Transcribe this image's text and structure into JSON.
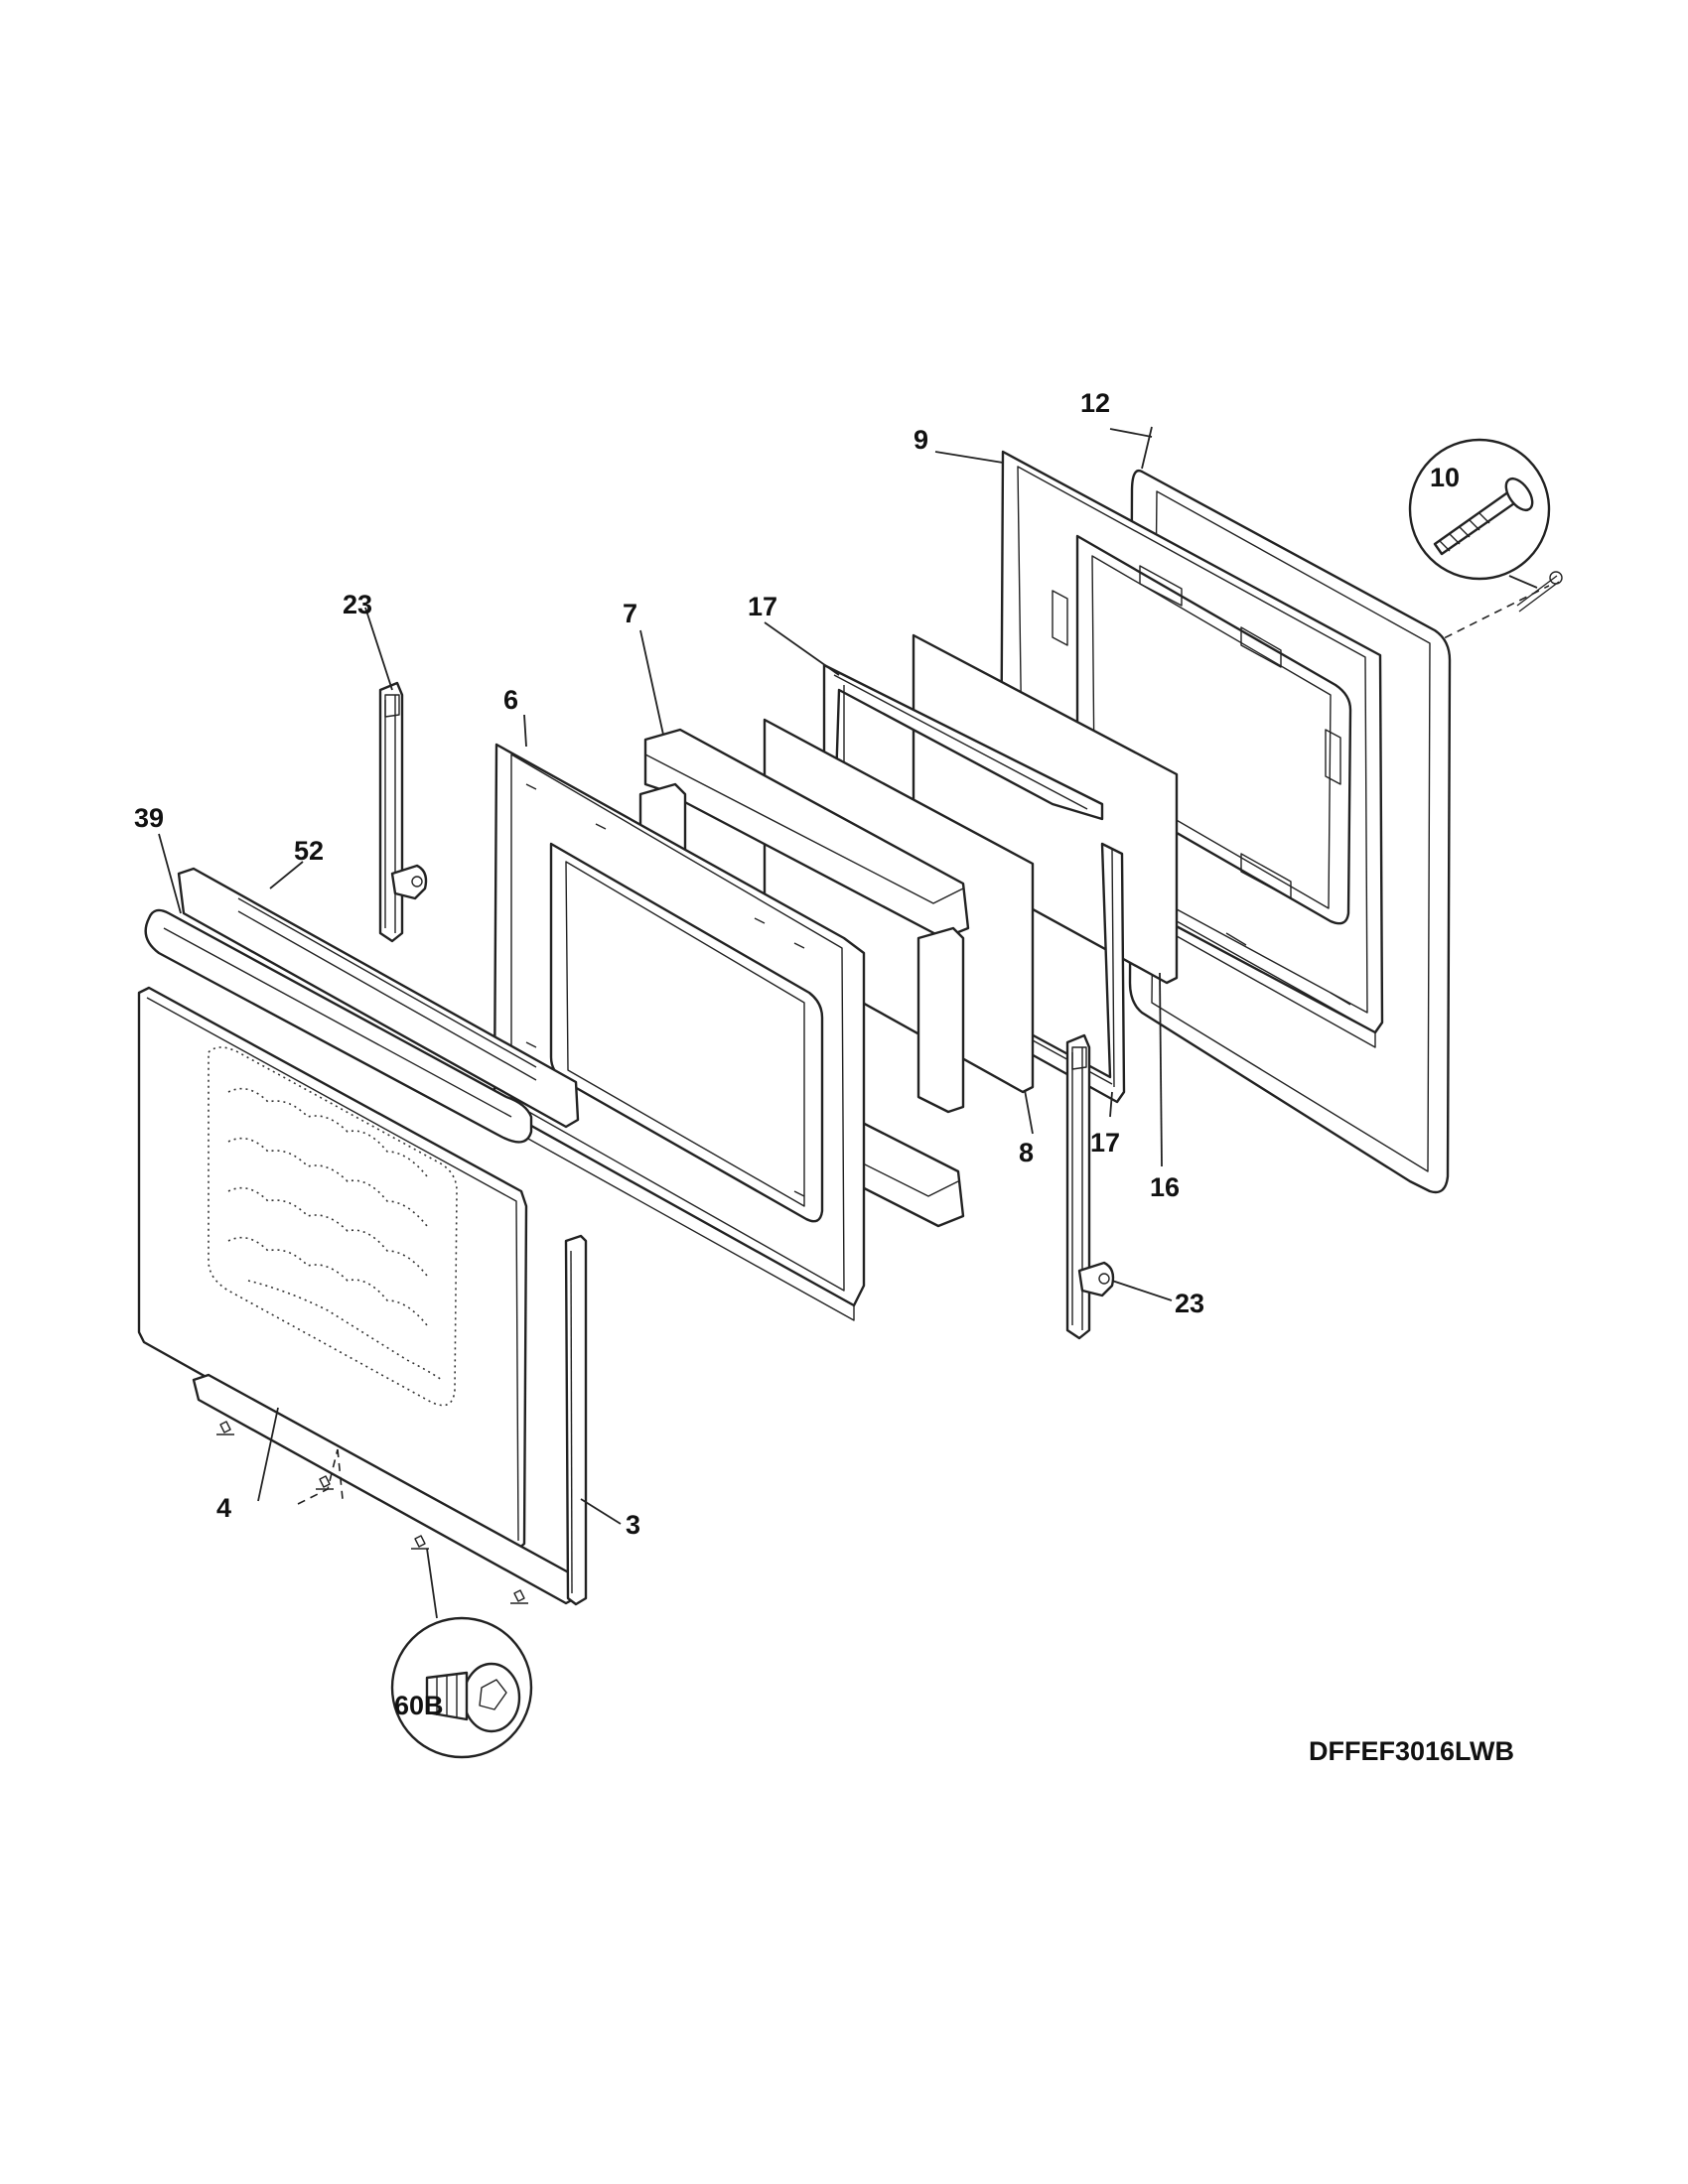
{
  "diagram": {
    "model_number": "DFFEF3016LWB",
    "callouts": [
      {
        "id": "c-3",
        "label": "3"
      },
      {
        "id": "c-4",
        "label": "4"
      },
      {
        "id": "c-6",
        "label": "6"
      },
      {
        "id": "c-7",
        "label": "7"
      },
      {
        "id": "c-8",
        "label": "8"
      },
      {
        "id": "c-9",
        "label": "9"
      },
      {
        "id": "c-10",
        "label": "10"
      },
      {
        "id": "c-12",
        "label": "12"
      },
      {
        "id": "c-16",
        "label": "16"
      },
      {
        "id": "c-17a",
        "label": "17"
      },
      {
        "id": "c-17b",
        "label": "17"
      },
      {
        "id": "c-23a",
        "label": "23"
      },
      {
        "id": "c-23b",
        "label": "23"
      },
      {
        "id": "c-39",
        "label": "39"
      },
      {
        "id": "c-52",
        "label": "52"
      },
      {
        "id": "c-60b",
        "label": "60B"
      }
    ]
  }
}
